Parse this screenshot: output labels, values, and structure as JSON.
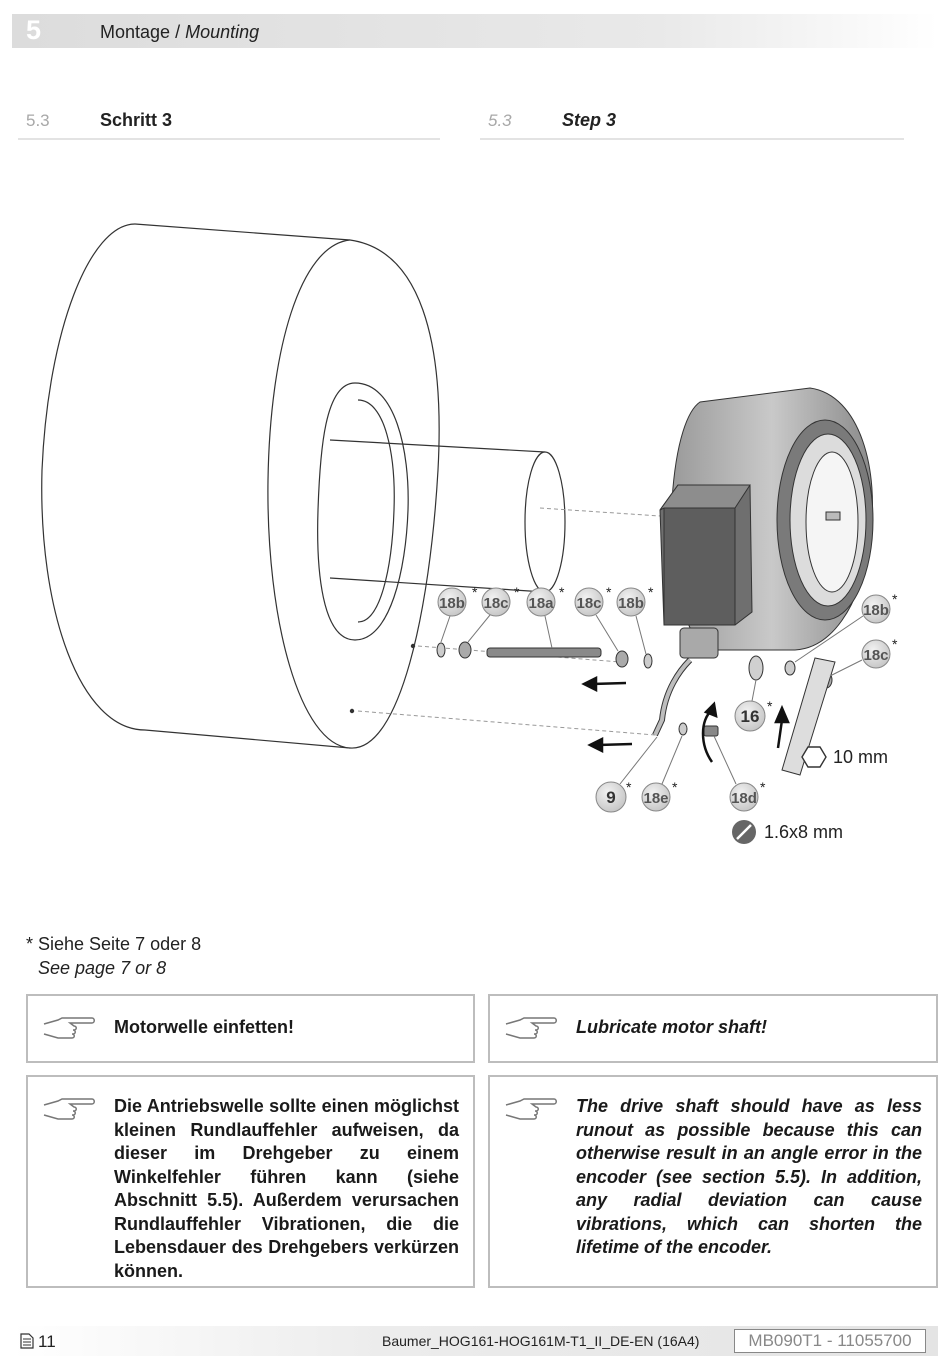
{
  "header": {
    "chapter_number": "5",
    "title_de": "Montage",
    "title_en": "Mounting"
  },
  "section_de": {
    "number": "5.3",
    "title": "Schritt 3"
  },
  "section_en": {
    "number": "5.3",
    "title": "Step 3"
  },
  "diagram": {
    "callouts": [
      "18b",
      "18c",
      "18a",
      "18c",
      "18b",
      "18b",
      "18c",
      "16",
      "9",
      "18e",
      "18d"
    ],
    "asterisk": "*",
    "wrench_size": "10 mm",
    "screwdriver_size": "1.6x8 mm"
  },
  "footnote": {
    "de": "* Siehe Seite 7 oder 8",
    "en": "See page 7 or 8"
  },
  "notes": {
    "de_short": "Motorwelle einfetten!",
    "en_short": "Lubricate motor shaft!",
    "de_long": "Die Antriebswelle sollte einen möglichst kleinen Rundlauffehler aufweisen, da dieser im Drehgeber zu einem Winkelfehler führen kann (siehe Abschnitt 5.5). Außerdem verursachen Rundlauffehler Vibrationen, die die Lebensdauer des Drehgebers verkürzen können.",
    "en_long": "The drive shaft should have as less runout as possible because this can otherwise result in an angle error in the encoder (see section 5.5). In addition, any radial deviation can cause vibrations, which can shorten the lifetime of the encoder."
  },
  "footer": {
    "page": "11",
    "document": "Baumer_HOG161-HOG161M-T1_II_DE-EN  (16A4)",
    "doc_id": "MB090T1 - 11055700"
  }
}
